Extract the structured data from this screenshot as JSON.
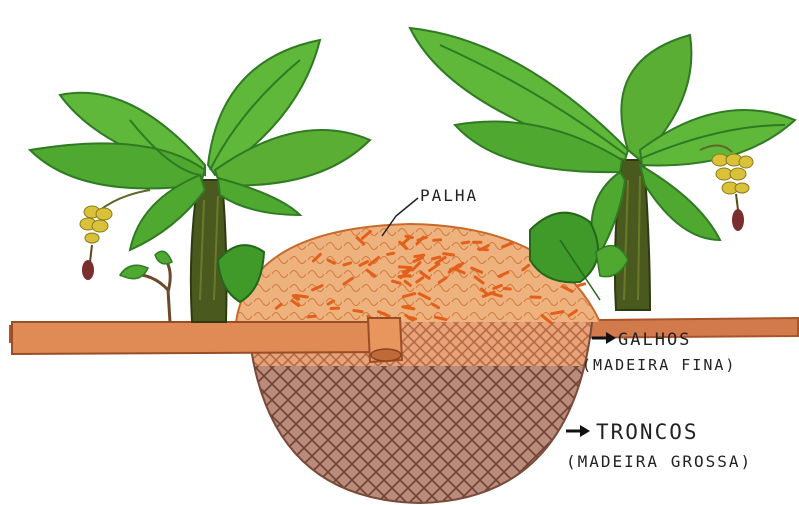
{
  "labels": {
    "palha": "PALHA",
    "galhos": "GALHOS",
    "galhos_sub": "(MADEIRA FINA)",
    "troncos": "TRONCOS",
    "troncos_sub": "(MADEIRA GROSSA)"
  },
  "colors": {
    "straw": "#e9a46b",
    "straw_strokes": "#e56a1c",
    "branches": "#d98a5a",
    "trunks": "#9a6858",
    "ground": "#d27a4c",
    "pipe": "#e08a55",
    "leaf": "#5fb83a",
    "leaf_dark": "#2f7a22",
    "trunk": "#6b4a22",
    "banana": "#d9c23a",
    "flower": "#7a2e2e"
  },
  "icons": [
    "banana-tree-left",
    "banana-tree-right",
    "arrow-right-icon"
  ]
}
